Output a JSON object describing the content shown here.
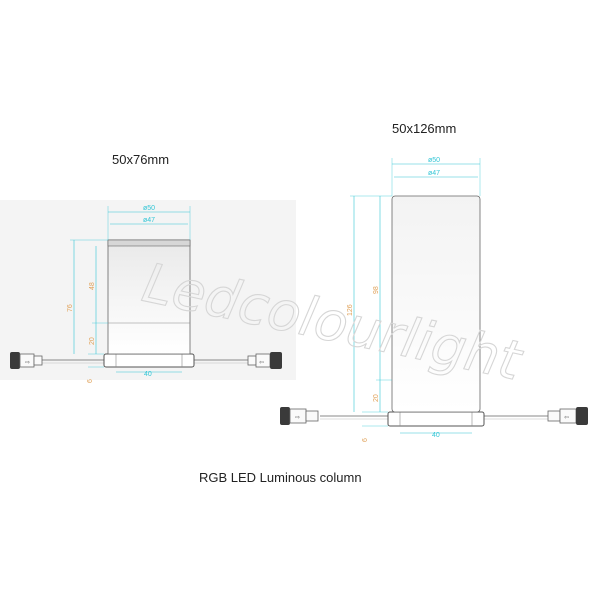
{
  "titles": {
    "small": "50x76mm",
    "large": "50x126mm"
  },
  "caption": "RGB LED Luminous column",
  "watermark": "Ledcolourlight",
  "colors": {
    "dimension_cyan": "#33c6d6",
    "dimension_orange": "#e0a25a",
    "outline": "#555555",
    "watermark": "#d6d6d6"
  },
  "small_drawing": {
    "dia_outer": "ø50",
    "dia_inner": "ø47",
    "height_total": "76",
    "height_upper": "48",
    "height_lower": "20",
    "height_base": "6",
    "base_width": "40"
  },
  "large_drawing": {
    "dia_outer": "ø50",
    "dia_inner": "ø47",
    "height_total": "126",
    "height_upper": "98",
    "height_lower": "20",
    "height_base": "6",
    "base_width": "40"
  }
}
